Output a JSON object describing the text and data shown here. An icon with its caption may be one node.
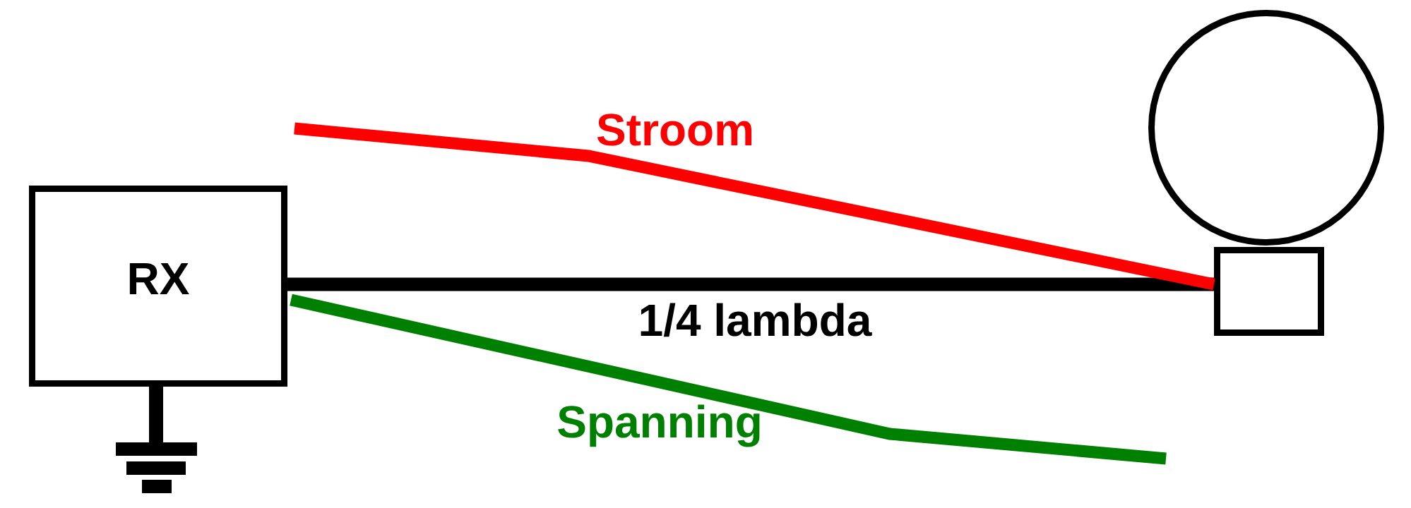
{
  "diagram": {
    "nodes": [
      {
        "text": [
          "RX"
        ]
      },
      {
        "text": [],
        "shape": "box"
      },
      {
        "text": [],
        "shape": "circle"
      }
    ],
    "edges": [
      {
        "from": 0,
        "to": 1,
        "arrow": "none",
        "label": "1/4 lambda"
      }
    ],
    "labels": [
      "Stroom",
      "Spanning"
    ]
  }
}
